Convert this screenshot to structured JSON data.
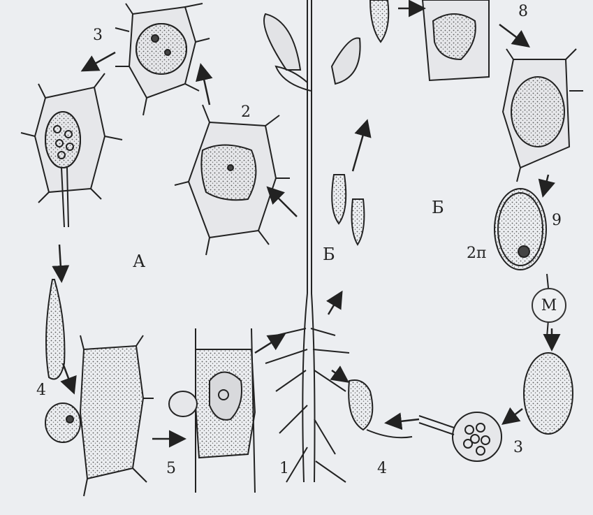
{
  "labels": {
    "n1": "1",
    "n2": "2",
    "n3_left": "3",
    "n3_right": "3",
    "n4_left": "4",
    "n4_right": "4",
    "n5": "5",
    "n8": "8",
    "n9": "9",
    "n2p": "2п",
    "A": "А",
    "B_center": "Б",
    "B_right": "Б",
    "M": "М"
  }
}
